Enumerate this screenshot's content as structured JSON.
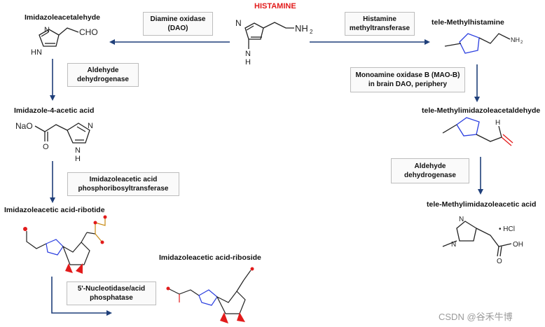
{
  "title": "HISTAMINE",
  "compounds": {
    "histamine_nh2": "NH",
    "histamine_nh2_sub": "2",
    "histamine_hn": "N",
    "histamine_h": "H",
    "imidazoleacetaldehyde": "Imidazoleacetalehyde",
    "imidazole_acetic": "Imidazole-4-acetic acid",
    "ribotide": "Imidazoleacetic acid-ribotide",
    "riboside": "Imidazoleacetic acid-riboside",
    "tele_methylhistamine": "tele-Methylhistamine",
    "tele_methylimidazoleacetaldehyde": "tele-Methylimidazoleacetaldehyde",
    "tele_methylimidazoleacetic": "tele-Methylimidazoleacetic acid"
  },
  "enzymes": {
    "dao": [
      "Diamine oxidase",
      "(DAO)"
    ],
    "hmt": [
      "Histamine",
      "methyltransferase"
    ],
    "aldh_left": [
      "Aldehyde",
      "dehydrogenase"
    ],
    "prt": [
      "Imidazoleacetic acid",
      "phosphoribosyltransferase"
    ],
    "nucleotidase": [
      "5'-Nucleotidase/acid",
      "phosphatase"
    ],
    "maob": [
      "Monoamine oxidase B (MAO-B)",
      "in brain DAO, periphery"
    ],
    "aldh_right": [
      "Aldehyde",
      "dehydrogenase"
    ]
  },
  "atoms": {
    "cho": "CHO",
    "hn": "HN",
    "n": "N",
    "na_o": "NaO",
    "o": "O",
    "h": "H",
    "nh2_small": "NH",
    "nh2_small_sub": "2",
    "oh": "OH",
    "hcl": "• HCl"
  },
  "watermark": "CSDN @谷禾牛博",
  "colors": {
    "arrow": "#1f3f7a",
    "title": "#e21b1b",
    "bond": "#222222",
    "nitrogen": "#2b3fe0",
    "oxygen": "#e21b1b",
    "phosphorus": "#c78a12",
    "box_border": "#bdbdbd"
  }
}
